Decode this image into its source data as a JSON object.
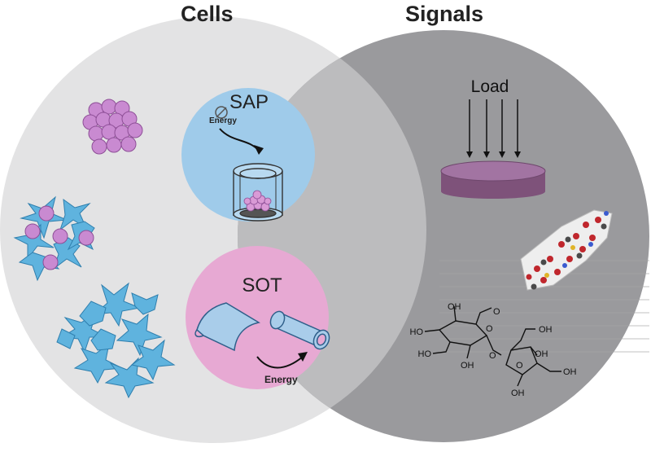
{
  "headings": {
    "left": "Cells",
    "right": "Signals"
  },
  "sap": {
    "label": "SAP",
    "energy_label": "Energy"
  },
  "sot": {
    "label": "SOT",
    "energy_label": "Energy"
  },
  "signals": {
    "load_label": "Load"
  },
  "sugar_labels": [
    "OH",
    "HO",
    "HO",
    "OH",
    "O",
    "O",
    "O",
    "OH",
    "O",
    "OH",
    "OH",
    "OH"
  ],
  "colors": {
    "cells_circle": "#e3e3e4",
    "signals_circle": "#9a9a9d",
    "overlap": "#bcbcbe",
    "sap_circle": "#9fcbea",
    "sot_circle": "#e7a9d3",
    "cell_pink": "#c98ad1",
    "cell_blue": "#5fb3de",
    "disc_purple": "#8a5e86"
  }
}
